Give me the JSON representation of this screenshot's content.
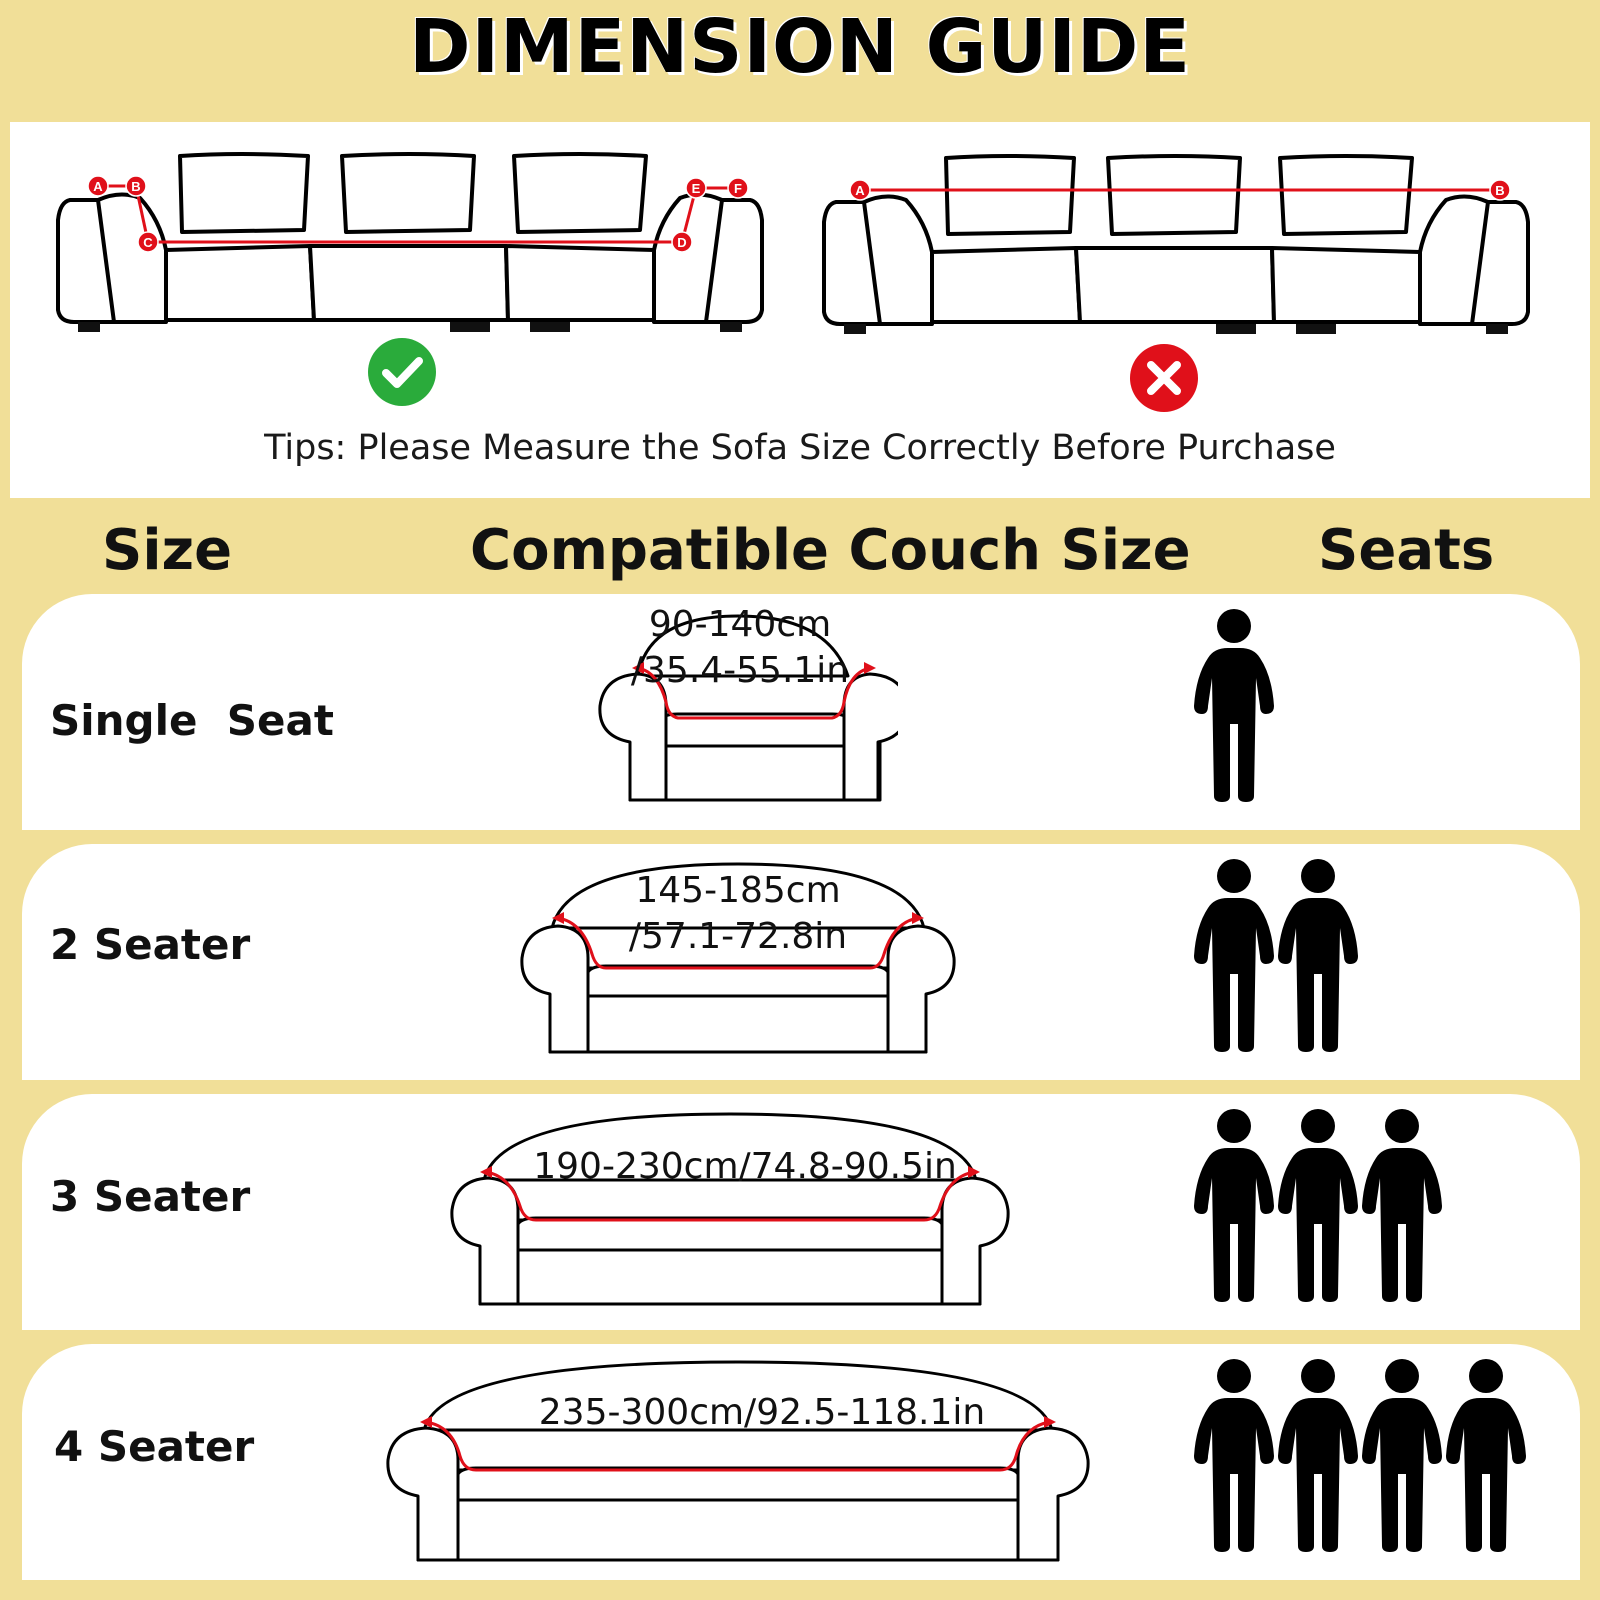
{
  "title": "DIMENSION GUIDE",
  "tips": "Tips: Please Measure the Sofa Size Correctly Before Purchase",
  "correct_points": [
    "A",
    "B",
    "C",
    "D",
    "E",
    "F"
  ],
  "wrong_points": [
    "A",
    "B"
  ],
  "colors": {
    "background": "#f1df98",
    "measure_line": "#e0101a",
    "correct": "#2aab3b",
    "wrong": "#e0101a"
  },
  "headers": {
    "size": "Size",
    "compatible": "Compatible Couch Size",
    "seats": "Seats"
  },
  "rows": [
    {
      "label": "Single  Seat",
      "dim_line1": "90-140cm",
      "dim_line2": "/35.4-55.1in",
      "seats": 1
    },
    {
      "label": "2 Seater",
      "dim_line1": "145-185cm",
      "dim_line2": "/57.1-72.8in",
      "seats": 2
    },
    {
      "label": "3 Seater",
      "dim_line1": "190-230cm/74.8-90.5in",
      "dim_line2": "",
      "seats": 3
    },
    {
      "label": "4 Seater",
      "dim_line1": "235-300cm/92.5-118.1in",
      "dim_line2": "",
      "seats": 4
    }
  ]
}
